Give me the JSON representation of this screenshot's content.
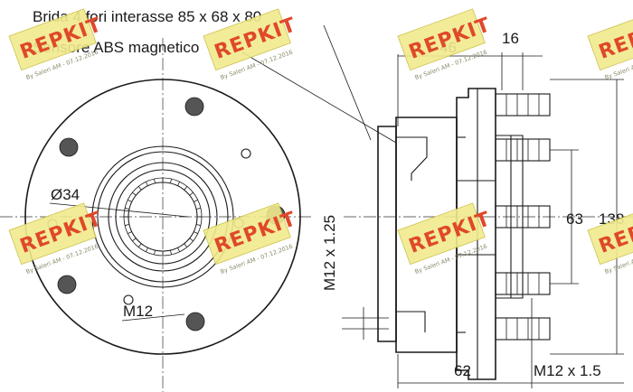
{
  "notes": {
    "flange": "Brida 4 fori interasse 85 x 68 x 80",
    "abs": "Sensore ABS magnetico"
  },
  "dimensions": {
    "bore": "Ø34",
    "bolt_front": "M12",
    "bolt_side": "M12 x 1.25",
    "d46": "46",
    "d16": "16",
    "d63": "63",
    "d138": "138",
    "d62": "62",
    "thread": "M12 x 1.5"
  },
  "watermark": {
    "brand": "REPKIT",
    "caption": "By Saleri AM - 07.12.2016"
  },
  "colors": {
    "line": "#1a1a1a",
    "watermark_fill": "#f1ea8e",
    "watermark_text": "#e0482a"
  }
}
